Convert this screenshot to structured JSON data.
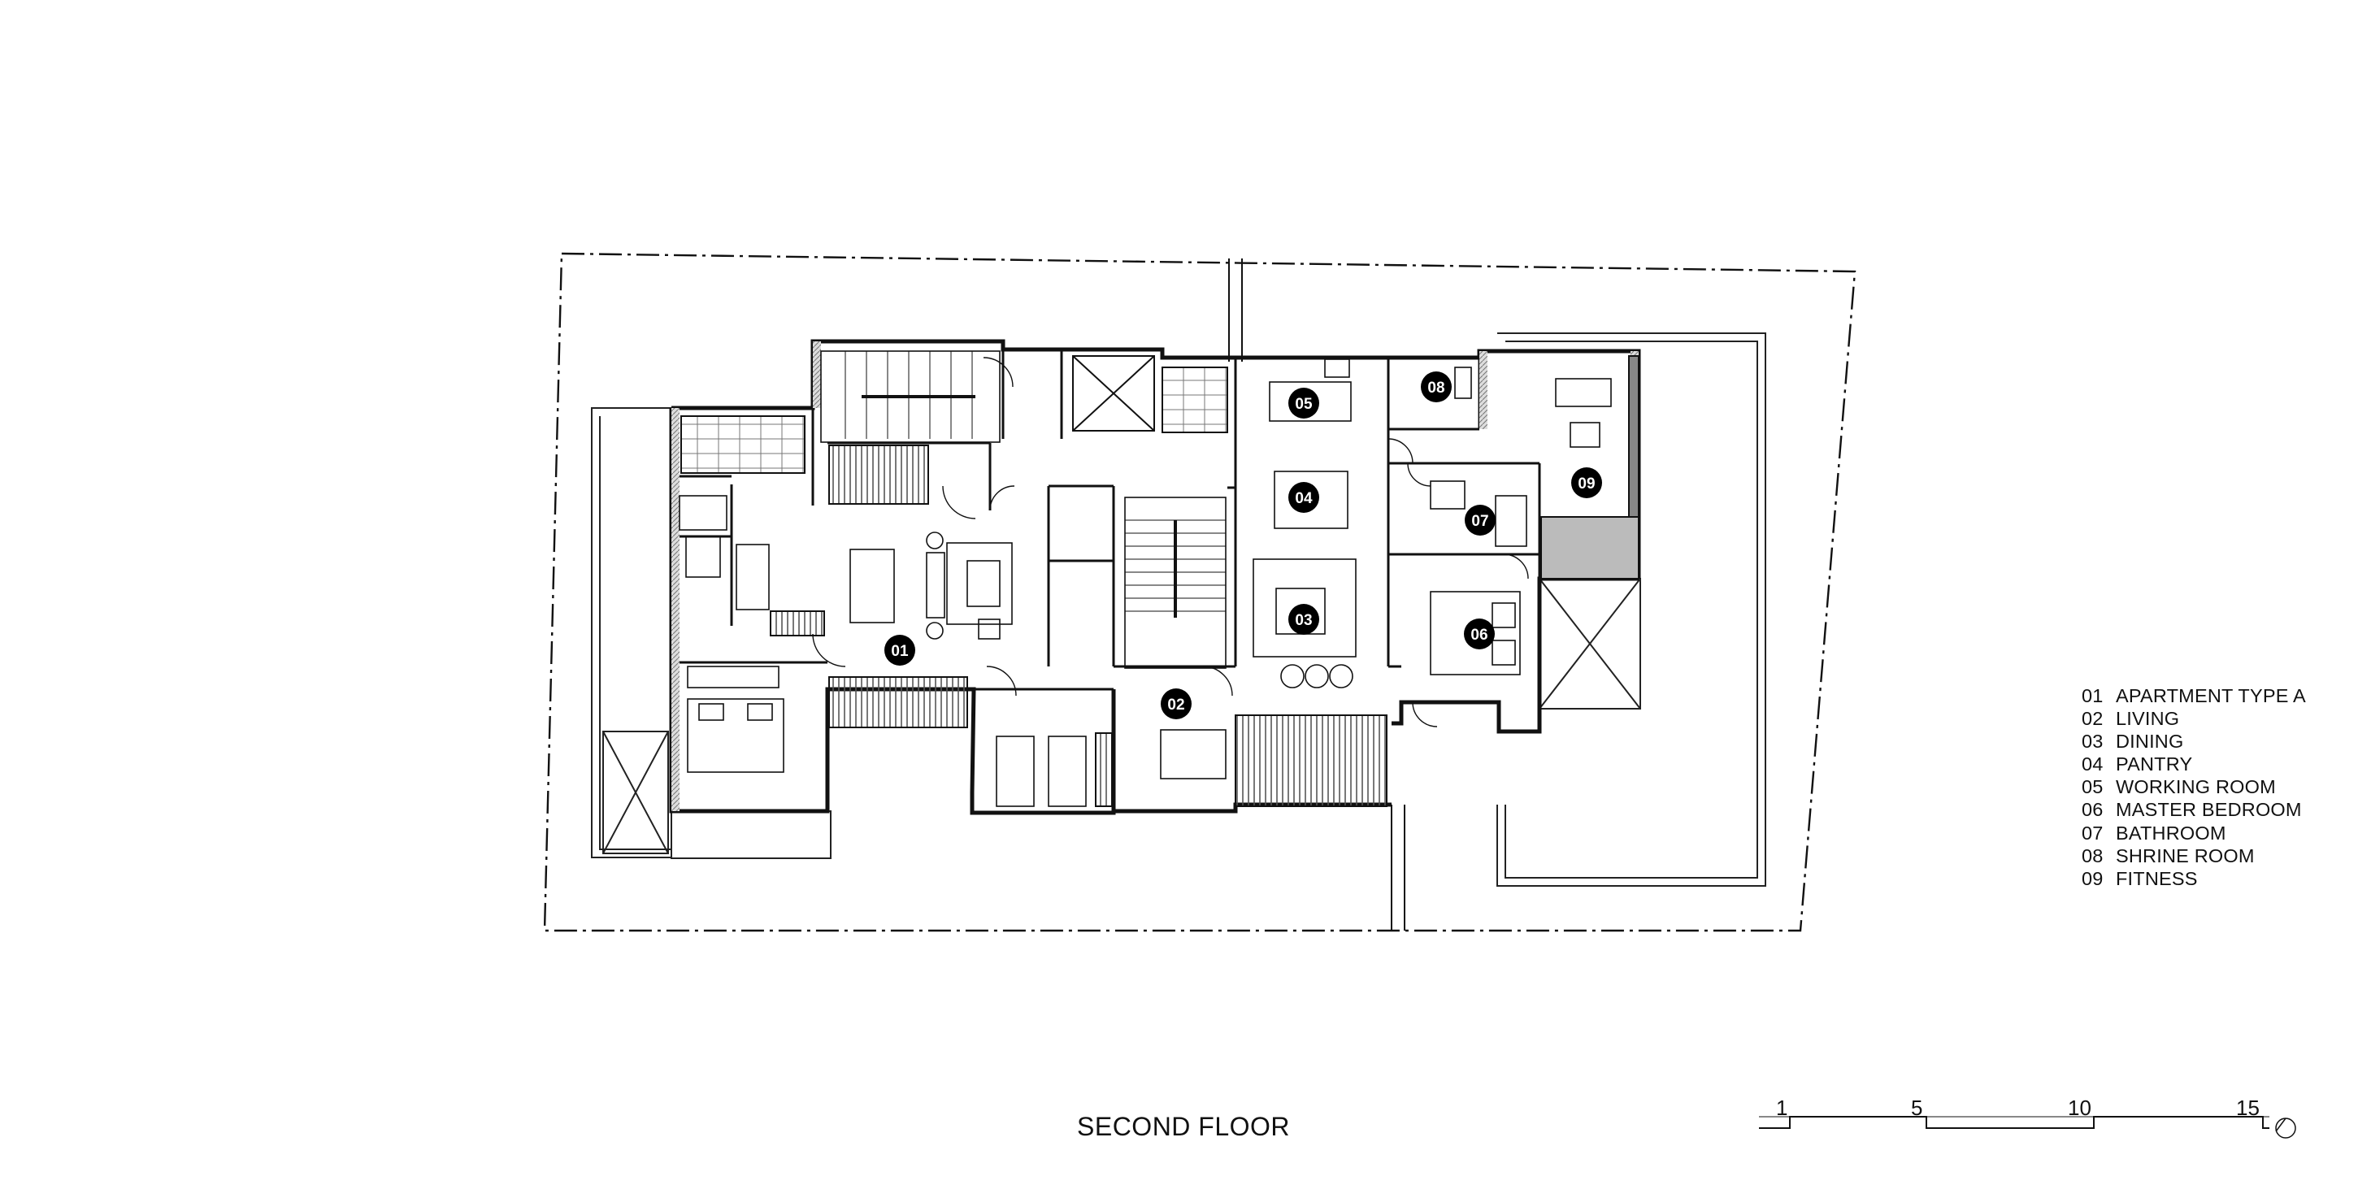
{
  "drawing": {
    "title": "SECOND FLOOR",
    "room_tags": [
      "01",
      "02",
      "03",
      "04",
      "05",
      "06",
      "07",
      "08",
      "09"
    ],
    "legend": [
      {
        "num": "01",
        "label": "APARTMENT TYPE A"
      },
      {
        "num": "02",
        "label": "LIVING"
      },
      {
        "num": "03",
        "label": "DINING"
      },
      {
        "num": "04",
        "label": "PANTRY"
      },
      {
        "num": "05",
        "label": "WORKING ROOM"
      },
      {
        "num": "06",
        "label": "MASTER BEDROOM"
      },
      {
        "num": "07",
        "label": "BATHROOM"
      },
      {
        "num": "08",
        "label": "SHRINE ROOM"
      },
      {
        "num": "09",
        "label": "FITNESS"
      }
    ],
    "scale_bar": {
      "labels": [
        "1",
        "5",
        "10",
        "15"
      ]
    },
    "north_icon": "north-arrow-icon",
    "colors": {
      "ink": "#111111",
      "hatch": "#555555",
      "paper": "#ffffff"
    }
  }
}
